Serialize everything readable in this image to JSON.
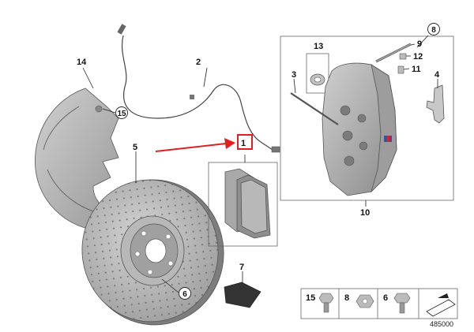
{
  "diagram": {
    "doc_number": "485000",
    "callouts": {
      "c1": "1",
      "c2": "2",
      "c3": "3",
      "c4": "4",
      "c5": "5",
      "c6": "6",
      "c7": "7",
      "c8": "8",
      "c9": "9",
      "c10": "10",
      "c11": "11",
      "c12": "12",
      "c13": "13",
      "c14": "14",
      "c15": "15"
    },
    "legend": {
      "item_a": "15",
      "item_b": "8",
      "item_c": "6"
    },
    "colors": {
      "highlight": "#e02020",
      "part_fill": "#b5b5b5",
      "part_dark": "#8c8c8c",
      "frame": "#666666"
    }
  }
}
